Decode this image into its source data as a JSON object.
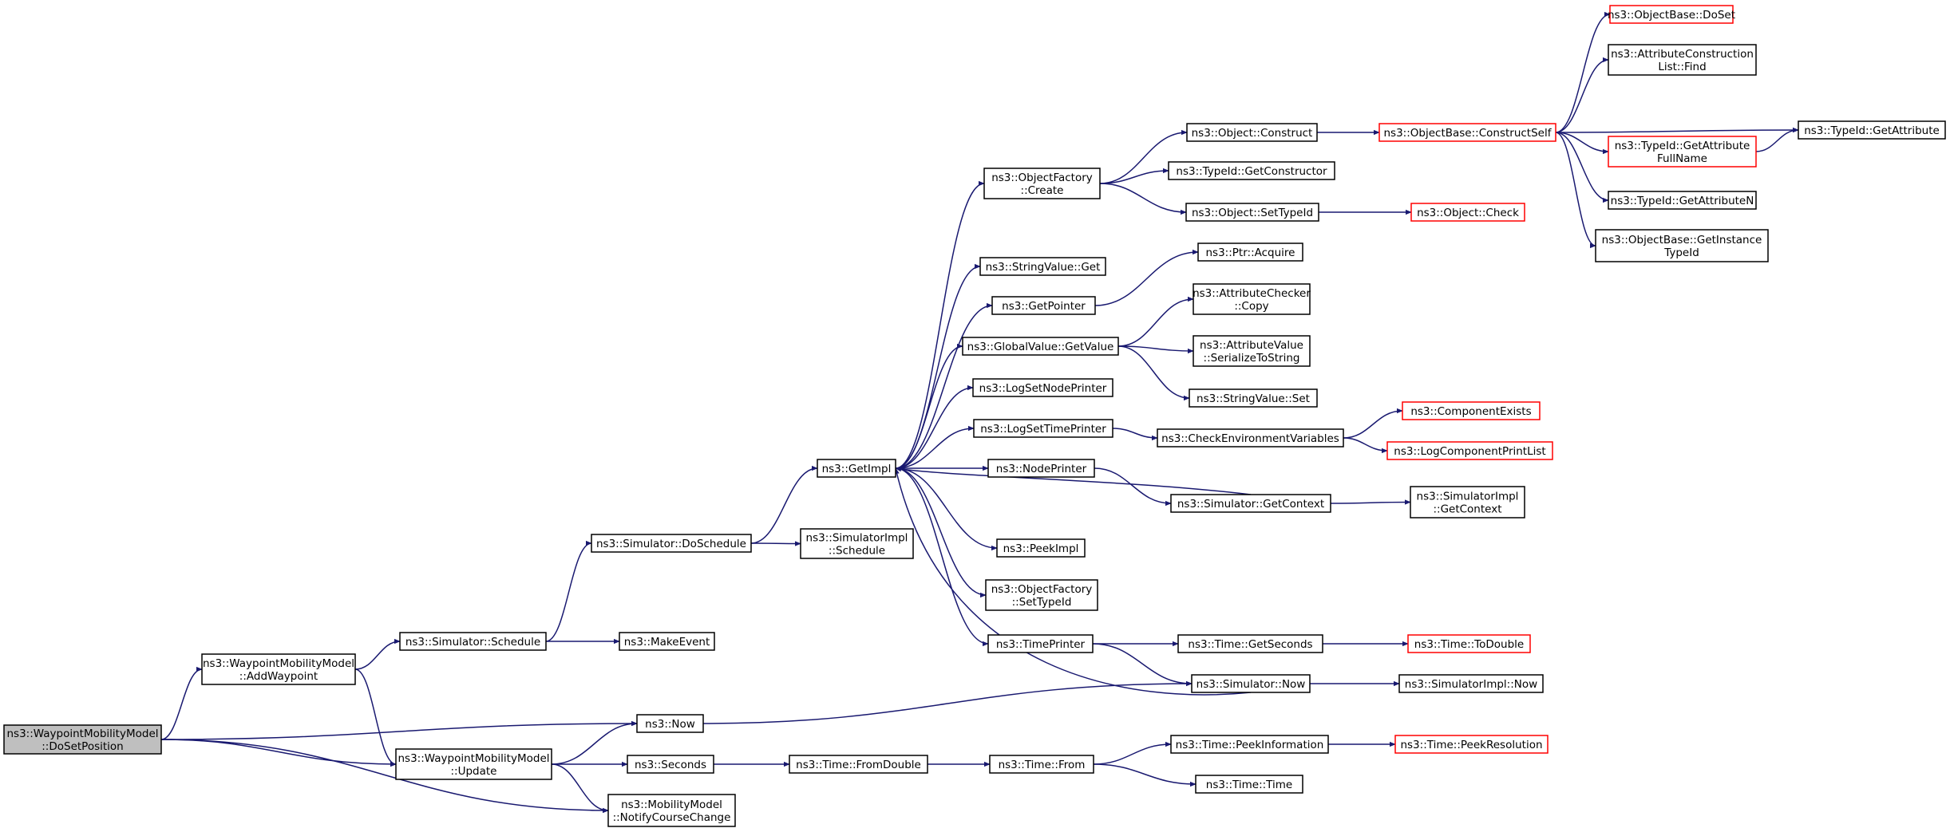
{
  "colors": {
    "edge": "#191970",
    "normal_border": "#000000",
    "highlight_border": "#ff0000",
    "root_fill": "#bfbfbf",
    "node_fill": "#ffffff"
  },
  "nodes": [
    {
      "id": "root",
      "lines": [
        "ns3::WaypointMobilityModel",
        "::DoSetPosition"
      ],
      "kind": "root"
    },
    {
      "id": "addwp",
      "lines": [
        "ns3::WaypointMobilityModel",
        "::AddWaypoint"
      ],
      "kind": "normal"
    },
    {
      "id": "now",
      "lines": [
        "ns3::Now"
      ],
      "kind": "normal"
    },
    {
      "id": "update",
      "lines": [
        "ns3::WaypointMobilityModel",
        "::Update"
      ],
      "kind": "normal"
    },
    {
      "id": "notify",
      "lines": [
        "ns3::MobilityModel",
        "::NotifyCourseChange"
      ],
      "kind": "normal"
    },
    {
      "id": "schedule",
      "lines": [
        "ns3::Simulator::Schedule"
      ],
      "kind": "normal"
    },
    {
      "id": "makeevent",
      "lines": [
        "ns3::MakeEvent"
      ],
      "kind": "normal"
    },
    {
      "id": "doschedule",
      "lines": [
        "ns3::Simulator::DoSchedule"
      ],
      "kind": "normal"
    },
    {
      "id": "simimplsched",
      "lines": [
        "ns3::SimulatorImpl",
        "::Schedule"
      ],
      "kind": "normal"
    },
    {
      "id": "seconds",
      "lines": [
        "ns3::Seconds"
      ],
      "kind": "normal"
    },
    {
      "id": "fromdouble",
      "lines": [
        "ns3::Time::FromDouble"
      ],
      "kind": "normal"
    },
    {
      "id": "timefrom",
      "lines": [
        "ns3::Time::From"
      ],
      "kind": "normal"
    },
    {
      "id": "peekinfo",
      "lines": [
        "ns3::Time::PeekInformation"
      ],
      "kind": "normal"
    },
    {
      "id": "peekres",
      "lines": [
        "ns3::Time::PeekResolution"
      ],
      "kind": "highlight"
    },
    {
      "id": "timetime",
      "lines": [
        "ns3::Time::Time"
      ],
      "kind": "normal"
    },
    {
      "id": "getimpl",
      "lines": [
        "ns3::GetImpl"
      ],
      "kind": "normal"
    },
    {
      "id": "objfactcreate",
      "lines": [
        "ns3::ObjectFactory",
        "::Create"
      ],
      "kind": "normal"
    },
    {
      "id": "strvalget",
      "lines": [
        "ns3::StringValue::Get"
      ],
      "kind": "normal"
    },
    {
      "id": "getpointer",
      "lines": [
        "ns3::GetPointer"
      ],
      "kind": "normal"
    },
    {
      "id": "globalvalget",
      "lines": [
        "ns3::GlobalValue::GetValue"
      ],
      "kind": "normal"
    },
    {
      "id": "logsetnode",
      "lines": [
        "ns3::LogSetNodePrinter"
      ],
      "kind": "normal"
    },
    {
      "id": "logsettime",
      "lines": [
        "ns3::LogSetTimePrinter"
      ],
      "kind": "normal"
    },
    {
      "id": "nodeprinter",
      "lines": [
        "ns3::NodePrinter"
      ],
      "kind": "normal"
    },
    {
      "id": "peekimpl",
      "lines": [
        "ns3::PeekImpl"
      ],
      "kind": "normal"
    },
    {
      "id": "objfactsettid",
      "lines": [
        "ns3::ObjectFactory",
        "::SetTypeId"
      ],
      "kind": "normal"
    },
    {
      "id": "timeprinter",
      "lines": [
        "ns3::TimePrinter"
      ],
      "kind": "normal"
    },
    {
      "id": "objconstruct",
      "lines": [
        "ns3::Object::Construct"
      ],
      "kind": "normal"
    },
    {
      "id": "tidgetctor",
      "lines": [
        "ns3::TypeId::GetConstructor"
      ],
      "kind": "normal"
    },
    {
      "id": "objsettid",
      "lines": [
        "ns3::Object::SetTypeId"
      ],
      "kind": "normal"
    },
    {
      "id": "objcheck",
      "lines": [
        "ns3::Object::Check"
      ],
      "kind": "highlight"
    },
    {
      "id": "constructself",
      "lines": [
        "ns3::ObjectBase::ConstructSelf"
      ],
      "kind": "highlight"
    },
    {
      "id": "doset",
      "lines": [
        "ns3::ObjectBase::DoSet"
      ],
      "kind": "highlight"
    },
    {
      "id": "attrconstfind",
      "lines": [
        "ns3::AttributeConstruction",
        "List::Find"
      ],
      "kind": "normal"
    },
    {
      "id": "tidgetattr",
      "lines": [
        "ns3::TypeId::GetAttribute"
      ],
      "kind": "normal"
    },
    {
      "id": "tidgetattrfull",
      "lines": [
        "ns3::TypeId::GetAttribute",
        "FullName"
      ],
      "kind": "highlight"
    },
    {
      "id": "tidgetattrn",
      "lines": [
        "ns3::TypeId::GetAttributeN"
      ],
      "kind": "normal"
    },
    {
      "id": "getinsttid",
      "lines": [
        "ns3::ObjectBase::GetInstance",
        "TypeId"
      ],
      "kind": "normal"
    },
    {
      "id": "ptracquire",
      "lines": [
        "ns3::Ptr::Acquire"
      ],
      "kind": "normal"
    },
    {
      "id": "attrcheckcopy",
      "lines": [
        "ns3::AttributeChecker",
        "::Copy"
      ],
      "kind": "normal"
    },
    {
      "id": "attrvalser",
      "lines": [
        "ns3::AttributeValue",
        "::SerializeToString"
      ],
      "kind": "normal"
    },
    {
      "id": "strvalset",
      "lines": [
        "ns3::StringValue::Set"
      ],
      "kind": "normal"
    },
    {
      "id": "checkenv",
      "lines": [
        "ns3::CheckEnvironmentVariables"
      ],
      "kind": "normal"
    },
    {
      "id": "compexists",
      "lines": [
        "ns3::ComponentExists"
      ],
      "kind": "highlight"
    },
    {
      "id": "logcompprint",
      "lines": [
        "ns3::LogComponentPrintList"
      ],
      "kind": "highlight"
    },
    {
      "id": "simgetctx",
      "lines": [
        "ns3::Simulator::GetContext"
      ],
      "kind": "normal"
    },
    {
      "id": "simimplgetctx",
      "lines": [
        "ns3::SimulatorImpl",
        "::GetContext"
      ],
      "kind": "normal"
    },
    {
      "id": "timegetsec",
      "lines": [
        "ns3::Time::GetSeconds"
      ],
      "kind": "normal"
    },
    {
      "id": "timetodouble",
      "lines": [
        "ns3::Time::ToDouble"
      ],
      "kind": "highlight"
    },
    {
      "id": "simnow",
      "lines": [
        "ns3::Simulator::Now"
      ],
      "kind": "normal"
    },
    {
      "id": "simimplnow",
      "lines": [
        "ns3::SimulatorImpl::Now"
      ],
      "kind": "normal"
    }
  ],
  "edges": [
    [
      "root",
      "addwp"
    ],
    [
      "root",
      "now"
    ],
    [
      "root",
      "update"
    ],
    [
      "root",
      "notify"
    ],
    [
      "addwp",
      "schedule"
    ],
    [
      "addwp",
      "update"
    ],
    [
      "schedule",
      "makeevent"
    ],
    [
      "schedule",
      "doschedule"
    ],
    [
      "doschedule",
      "getimpl"
    ],
    [
      "doschedule",
      "simimplsched"
    ],
    [
      "update",
      "now"
    ],
    [
      "update",
      "seconds"
    ],
    [
      "update",
      "notify"
    ],
    [
      "now",
      "simnow"
    ],
    [
      "seconds",
      "fromdouble"
    ],
    [
      "fromdouble",
      "timefrom"
    ],
    [
      "timefrom",
      "peekinfo"
    ],
    [
      "timefrom",
      "timetime"
    ],
    [
      "peekinfo",
      "peekres"
    ],
    [
      "getimpl",
      "objfactcreate"
    ],
    [
      "getimpl",
      "strvalget"
    ],
    [
      "getimpl",
      "getpointer"
    ],
    [
      "getimpl",
      "globalvalget"
    ],
    [
      "getimpl",
      "logsetnode"
    ],
    [
      "getimpl",
      "logsettime"
    ],
    [
      "getimpl",
      "nodeprinter"
    ],
    [
      "getimpl",
      "peekimpl"
    ],
    [
      "getimpl",
      "objfactsettid"
    ],
    [
      "getimpl",
      "timeprinter"
    ],
    [
      "objfactcreate",
      "objconstruct"
    ],
    [
      "objfactcreate",
      "tidgetctor"
    ],
    [
      "objfactcreate",
      "objsettid"
    ],
    [
      "objconstruct",
      "constructself"
    ],
    [
      "objsettid",
      "objcheck"
    ],
    [
      "constructself",
      "doset"
    ],
    [
      "constructself",
      "attrconstfind"
    ],
    [
      "constructself",
      "tidgetattr"
    ],
    [
      "constructself",
      "tidgetattrfull"
    ],
    [
      "constructself",
      "tidgetattrn"
    ],
    [
      "constructself",
      "getinsttid"
    ],
    [
      "tidgetattrfull",
      "tidgetattr"
    ],
    [
      "getpointer",
      "ptracquire"
    ],
    [
      "globalvalget",
      "attrcheckcopy"
    ],
    [
      "globalvalget",
      "attrvalser"
    ],
    [
      "globalvalget",
      "strvalset"
    ],
    [
      "logsettime",
      "checkenv"
    ],
    [
      "checkenv",
      "compexists"
    ],
    [
      "checkenv",
      "logcompprint"
    ],
    [
      "nodeprinter",
      "simgetctx"
    ],
    [
      "simgetctx",
      "getimpl"
    ],
    [
      "simgetctx",
      "simimplgetctx"
    ],
    [
      "timeprinter",
      "timegetsec"
    ],
    [
      "timeprinter",
      "simnow"
    ],
    [
      "timegetsec",
      "timetodouble"
    ],
    [
      "simnow",
      "getimpl"
    ],
    [
      "simnow",
      "simimplnow"
    ]
  ]
}
